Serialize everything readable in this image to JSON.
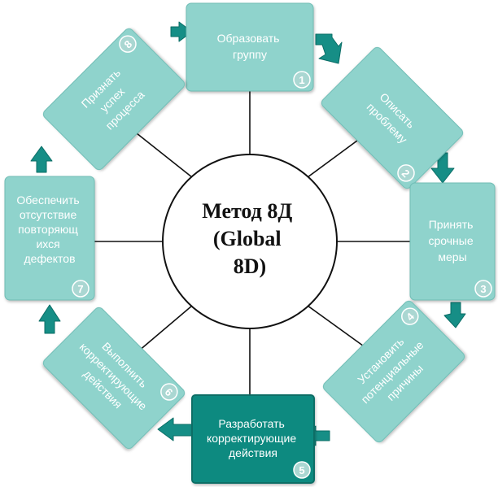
{
  "diagram": {
    "center": {
      "lines": [
        "Метод 8Д",
        "(Global",
        "8D)"
      ]
    },
    "steps": [
      {
        "number": "1",
        "lines": [
          "Образовать",
          "группу"
        ],
        "highlighted": false
      },
      {
        "number": "2",
        "lines": [
          "Описать",
          "проблему"
        ],
        "highlighted": false
      },
      {
        "number": "3",
        "lines": [
          "Принять",
          "срочные",
          "меры"
        ],
        "highlighted": false
      },
      {
        "number": "4",
        "lines": [
          "Установить",
          "потенциальные",
          "причины"
        ],
        "highlighted": false
      },
      {
        "number": "5",
        "lines": [
          "Разработать",
          "корректирующие",
          "действия"
        ],
        "highlighted": true
      },
      {
        "number": "6",
        "lines": [
          "Выполнить",
          "корректирующие",
          "действия"
        ],
        "highlighted": false
      },
      {
        "number": "7",
        "lines": [
          "Обеспечить",
          "отсутствие",
          "повторяющ",
          "ихся",
          "дефектов"
        ],
        "highlighted": false
      },
      {
        "number": "8",
        "lines": [
          "Признать",
          "успех",
          "процесса"
        ],
        "highlighted": false
      }
    ],
    "colors": {
      "box": "#8fd3cc",
      "box_border": "#6fbdb5",
      "box_highlight": "#0d8a80",
      "box_highlight_border": "#0a6e66",
      "arrow": "#168e86",
      "arrow_border": "#0b6d66",
      "badge": "#aad7d2"
    }
  }
}
